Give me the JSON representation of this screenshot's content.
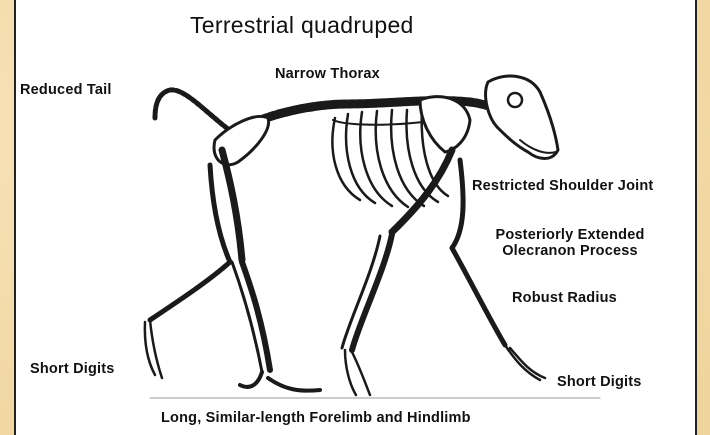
{
  "diagram": {
    "title": "Terrestrial quadruped",
    "labels": {
      "narrow_thorax": "Narrow Thorax",
      "reduced_tail": "Reduced Tail",
      "restricted_shoulder": "Restricted Shoulder Joint",
      "olecranon_line1": "Posteriorly Extended",
      "olecranon_line2": "Olecranon Process",
      "robust_radius": "Robust Radius",
      "short_digits_left": "Short Digits",
      "short_digits_right": "Short Digits",
      "limbs_caption": "Long, Similar-length Forelimb and Hindlimb"
    }
  }
}
